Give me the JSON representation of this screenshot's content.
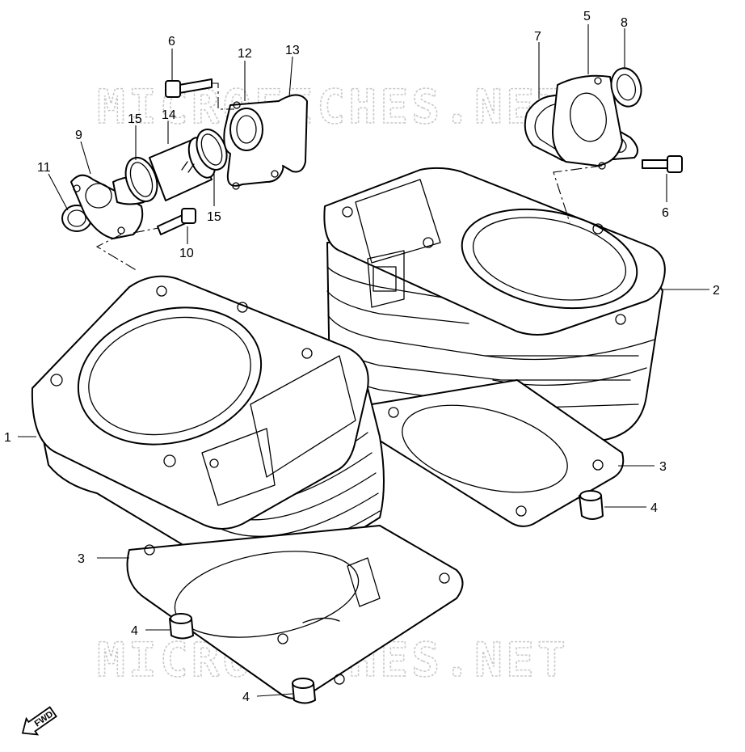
{
  "watermark": {
    "top": "MICROFICHES.NET",
    "bottom": "MICROFICHES.NET"
  },
  "direction_badge": {
    "text": "FWD"
  },
  "callouts": {
    "c1": "1",
    "c2": "2",
    "c3a": "3",
    "c3b": "3",
    "c4a": "4",
    "c4b": "4",
    "c4c": "4",
    "c5": "5",
    "c6a": "6",
    "c6b": "6",
    "c7": "7",
    "c8": "8",
    "c9": "9",
    "c10": "10",
    "c11": "11",
    "c12": "12",
    "c13": "13",
    "c14": "14",
    "c15a": "15",
    "c15b": "15"
  }
}
